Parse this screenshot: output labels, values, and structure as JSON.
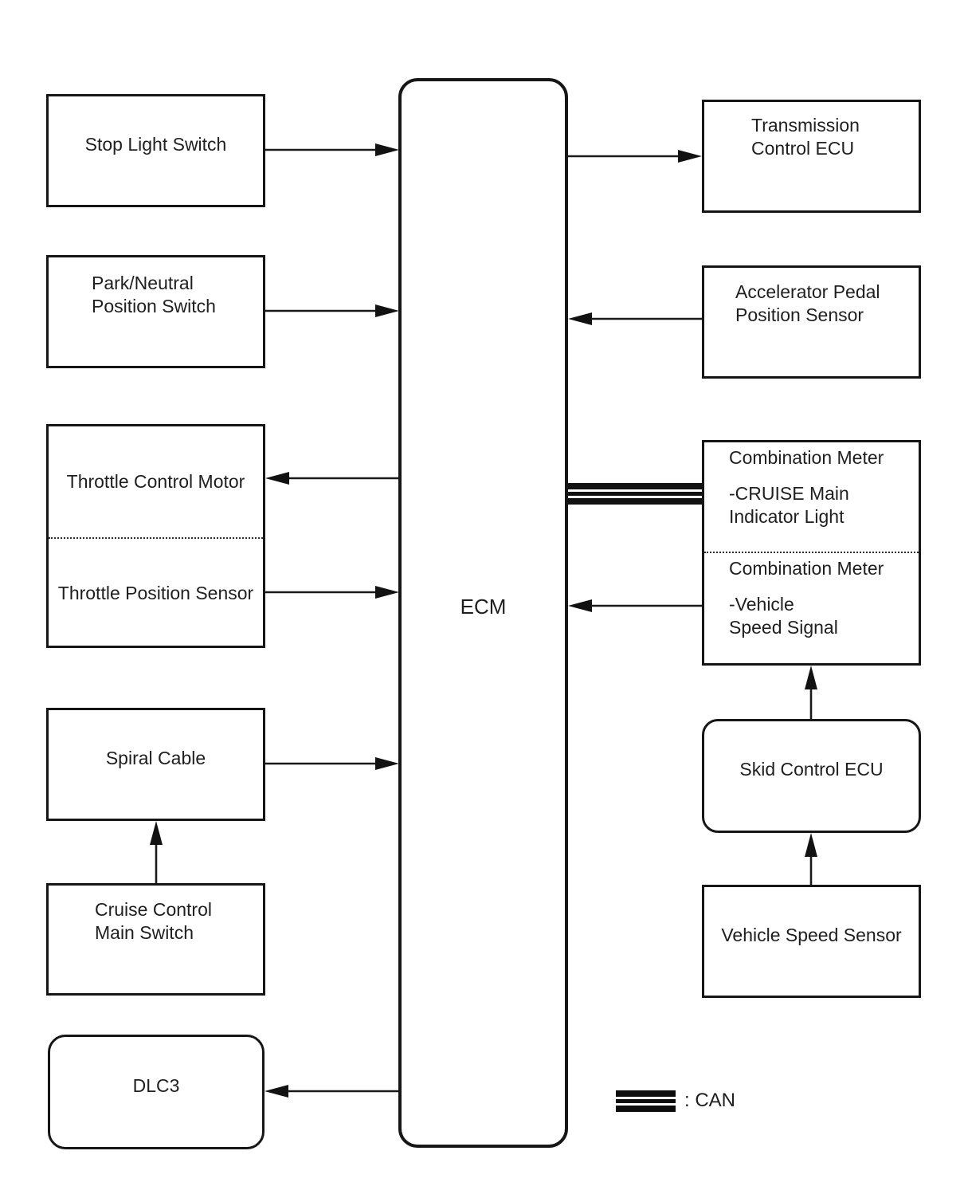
{
  "nodes": {
    "stop_light_switch": "Stop Light Switch",
    "park_neutral_position_switch": "Park/Neutral\nPosition Switch",
    "throttle_control_motor": "Throttle Control Motor",
    "throttle_position_sensor": "Throttle Position Sensor",
    "spiral_cable": "Spiral Cable",
    "cruise_control_main_switch": "Cruise Control\nMain Switch",
    "dlc3": "DLC3",
    "ecm": "ECM",
    "transmission_control_ecu": "Transmission\nControl ECU",
    "accelerator_pedal_position_sensor": "Accelerator Pedal\nPosition Sensor",
    "combination_meter_cruise": {
      "title": "Combination Meter",
      "detail": "-CRUISE Main\nIndicator Light"
    },
    "combination_meter_speed": {
      "title": "Combination Meter",
      "detail": "-Vehicle\nSpeed Signal"
    },
    "skid_control_ecu": "Skid Control ECU",
    "vehicle_speed_sensor": "Vehicle Speed Sensor"
  },
  "connections": [
    {
      "from": "Stop Light Switch",
      "to": "ECM",
      "type": "arrow"
    },
    {
      "from": "ECM",
      "to": "Transmission Control ECU",
      "type": "arrow"
    },
    {
      "from": "Park/Neutral Position Switch",
      "to": "ECM",
      "type": "arrow"
    },
    {
      "from": "Accelerator Pedal Position Sensor",
      "to": "ECM",
      "type": "arrow"
    },
    {
      "from": "ECM",
      "to": "Throttle Control Motor",
      "type": "arrow"
    },
    {
      "from": "Throttle Position Sensor",
      "to": "ECM",
      "type": "arrow"
    },
    {
      "from": "ECM",
      "to": "Combination Meter -CRUISE Main Indicator Light",
      "type": "can-bus"
    },
    {
      "from": "Combination Meter -Vehicle Speed Signal",
      "to": "ECM",
      "type": "arrow"
    },
    {
      "from": "Spiral Cable",
      "to": "ECM",
      "type": "arrow"
    },
    {
      "from": "Cruise Control Main Switch",
      "to": "Spiral Cable",
      "type": "arrow"
    },
    {
      "from": "ECM",
      "to": "DLC3",
      "type": "arrow"
    },
    {
      "from": "Skid Control ECU",
      "to": "Combination Meter -Vehicle Speed Signal",
      "type": "arrow"
    },
    {
      "from": "Vehicle Speed Sensor",
      "to": "Skid Control ECU",
      "type": "arrow"
    }
  ],
  "legend": {
    "can_label": ": CAN"
  },
  "colors": {
    "ink": "#1a1a1a",
    "background": "#ffffff"
  }
}
